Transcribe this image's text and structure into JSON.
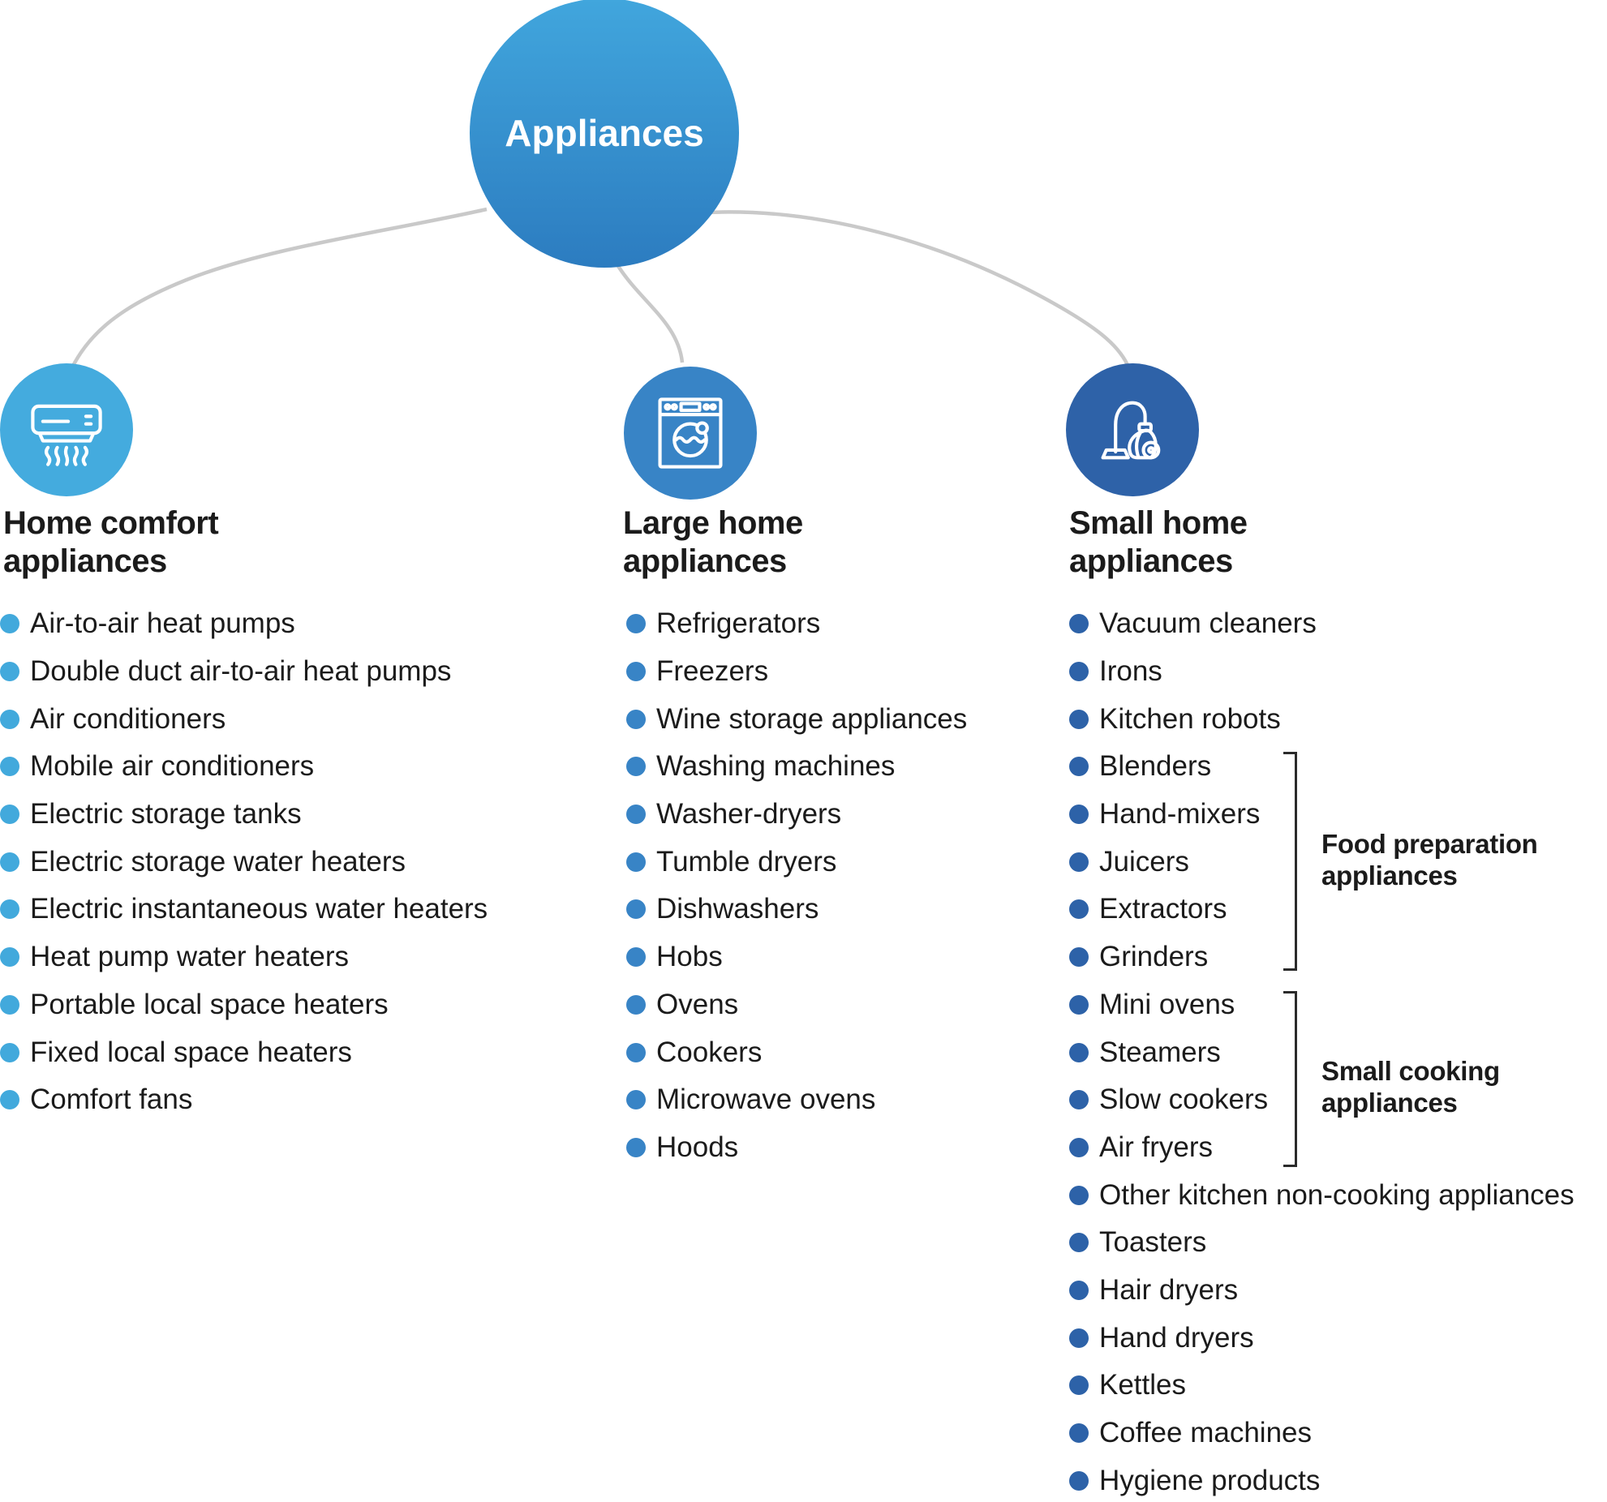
{
  "root": {
    "title": "Appliances"
  },
  "colors": {
    "root_circle_top": "#41A6DD",
    "root_circle_bottom": "#2C7CC0",
    "home_comfort": "#44ABDE",
    "large_home": "#3884C6",
    "small_home": "#2E62A8",
    "connector_line": "#C9C9C9",
    "bracket_line": "#2B2B2B",
    "text": "#1B1B1B"
  },
  "categories": [
    {
      "heading_line1": "Home comfort",
      "heading_line2": "appliances",
      "icon": "air-conditioner-icon",
      "items": [
        "Air-to-air heat pumps",
        "Double duct air-to-air heat pumps",
        "Air conditioners",
        "Mobile air conditioners",
        "Electric storage tanks",
        "Electric storage water heaters",
        "Electric instantaneous water heaters",
        "Heat pump water heaters",
        "Portable local space heaters",
        "Fixed local space heaters",
        "Comfort fans"
      ]
    },
    {
      "heading_line1": "Large home",
      "heading_line2": "appliances",
      "icon": "washing-machine-icon",
      "items": [
        "Refrigerators",
        "Freezers",
        "Wine storage appliances",
        "Washing machines",
        "Washer-dryers",
        "Tumble dryers",
        "Dishwashers",
        "Hobs",
        "Ovens",
        "Cookers",
        "Microwave ovens",
        "Hoods"
      ]
    },
    {
      "heading_line1": "Small home",
      "heading_line2": "appliances",
      "icon": "vacuum-cleaner-icon",
      "items": [
        "Vacuum cleaners",
        "Irons",
        "Kitchen robots",
        "Blenders",
        "Hand-mixers",
        "Juicers",
        "Extractors",
        "Grinders",
        "Mini ovens",
        "Steamers",
        "Slow cookers",
        "Air fryers",
        "Other kitchen non-cooking appliances",
        "Toasters",
        "Hair dryers",
        "Hand dryers",
        "Kettles",
        "Coffee machines",
        "Hygiene products"
      ]
    }
  ],
  "groups": [
    {
      "label_line1": "Food preparation",
      "label_line2": "appliances",
      "items_from": "Blenders",
      "items_to": "Grinders"
    },
    {
      "label_line1": "Small cooking",
      "label_line2": "appliances",
      "items_from": "Mini ovens",
      "items_to": "Air fryers"
    }
  ]
}
